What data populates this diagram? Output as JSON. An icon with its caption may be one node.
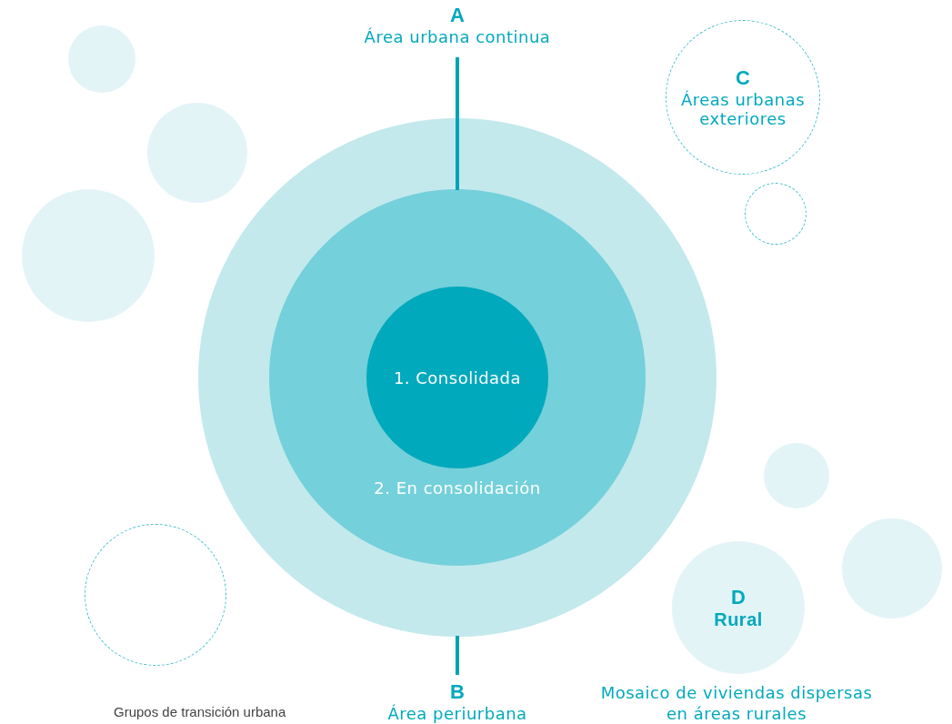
{
  "diagram": {
    "nodes": [
      {
        "text": [
          "A",
          "Área urbana continua"
        ]
      },
      {
        "text": [],
        "shape": "circle"
      },
      {
        "text": [
          "2. En consolidación"
        ],
        "in": 1
      },
      {
        "text": [
          "1. Consolidada"
        ],
        "in": 2
      },
      {
        "text": [
          "B",
          "Área periurbana"
        ]
      },
      {
        "text": [
          "C",
          "Áreas urbanas exteriores"
        ]
      },
      {
        "text": [
          "D",
          "Rural"
        ],
        "beside": [
          "Mosaico de viviendas dispersas en áreas rurales"
        ]
      },
      {
        "text": [],
        "shape": "circle"
      },
      {
        "text": [],
        "shape": "circle"
      },
      {
        "text": [],
        "shape": "circle"
      },
      {
        "text": [],
        "shape": "circle"
      },
      {
        "text": [],
        "shape": "circle"
      },
      {
        "text": [],
        "shape": "circle"
      },
      {
        "text": [],
        "shape": "circle"
      }
    ],
    "edges": [
      {
        "from": 0,
        "to": 2,
        "arrow": "none"
      },
      {
        "from": 4,
        "to": 1,
        "arrow": "none"
      }
    ],
    "labels": [
      "Grupos de transición urbana"
    ]
  }
}
